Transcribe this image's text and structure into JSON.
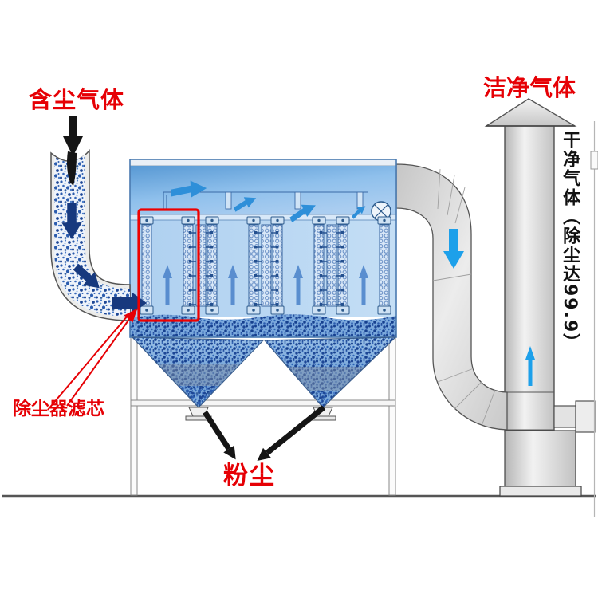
{
  "diagram": {
    "labels": {
      "dusty_gas": "含尘气体",
      "clean_gas": "洁净气体",
      "clean_gas_note": "干净气体（除尘达99.9）",
      "filter_cartridge": "除尘器滤芯",
      "dust": "粉尘"
    },
    "colors": {
      "label_red": "#e60005",
      "highlight_red": "#ee0000",
      "flow_blue": "#2e8fd9",
      "bright_blue": "#1da0ea",
      "navy_arrow": "#17397e",
      "black_arrow": "#151515",
      "box_blue_dark": "#5899d4",
      "box_blue_light": "#b3d4f0",
      "duct_gray": "#d7d7d7"
    },
    "flow_arrows": [
      {
        "name": "inlet-flow-arrow",
        "direction": "down"
      },
      {
        "name": "pipe-bend-arrow",
        "direction": "down-right"
      },
      {
        "name": "pipe-to-box-arrow",
        "direction": "right"
      },
      {
        "name": "plenum-flow-arrows",
        "direction": "right",
        "count": 4
      },
      {
        "name": "chamber-up-arrows",
        "direction": "up",
        "count": 4
      },
      {
        "name": "duct-down-arrow",
        "direction": "down"
      },
      {
        "name": "stack-up-arrow",
        "direction": "up"
      },
      {
        "name": "dust-discharge-arrows",
        "direction": "down",
        "count": 2
      }
    ]
  }
}
